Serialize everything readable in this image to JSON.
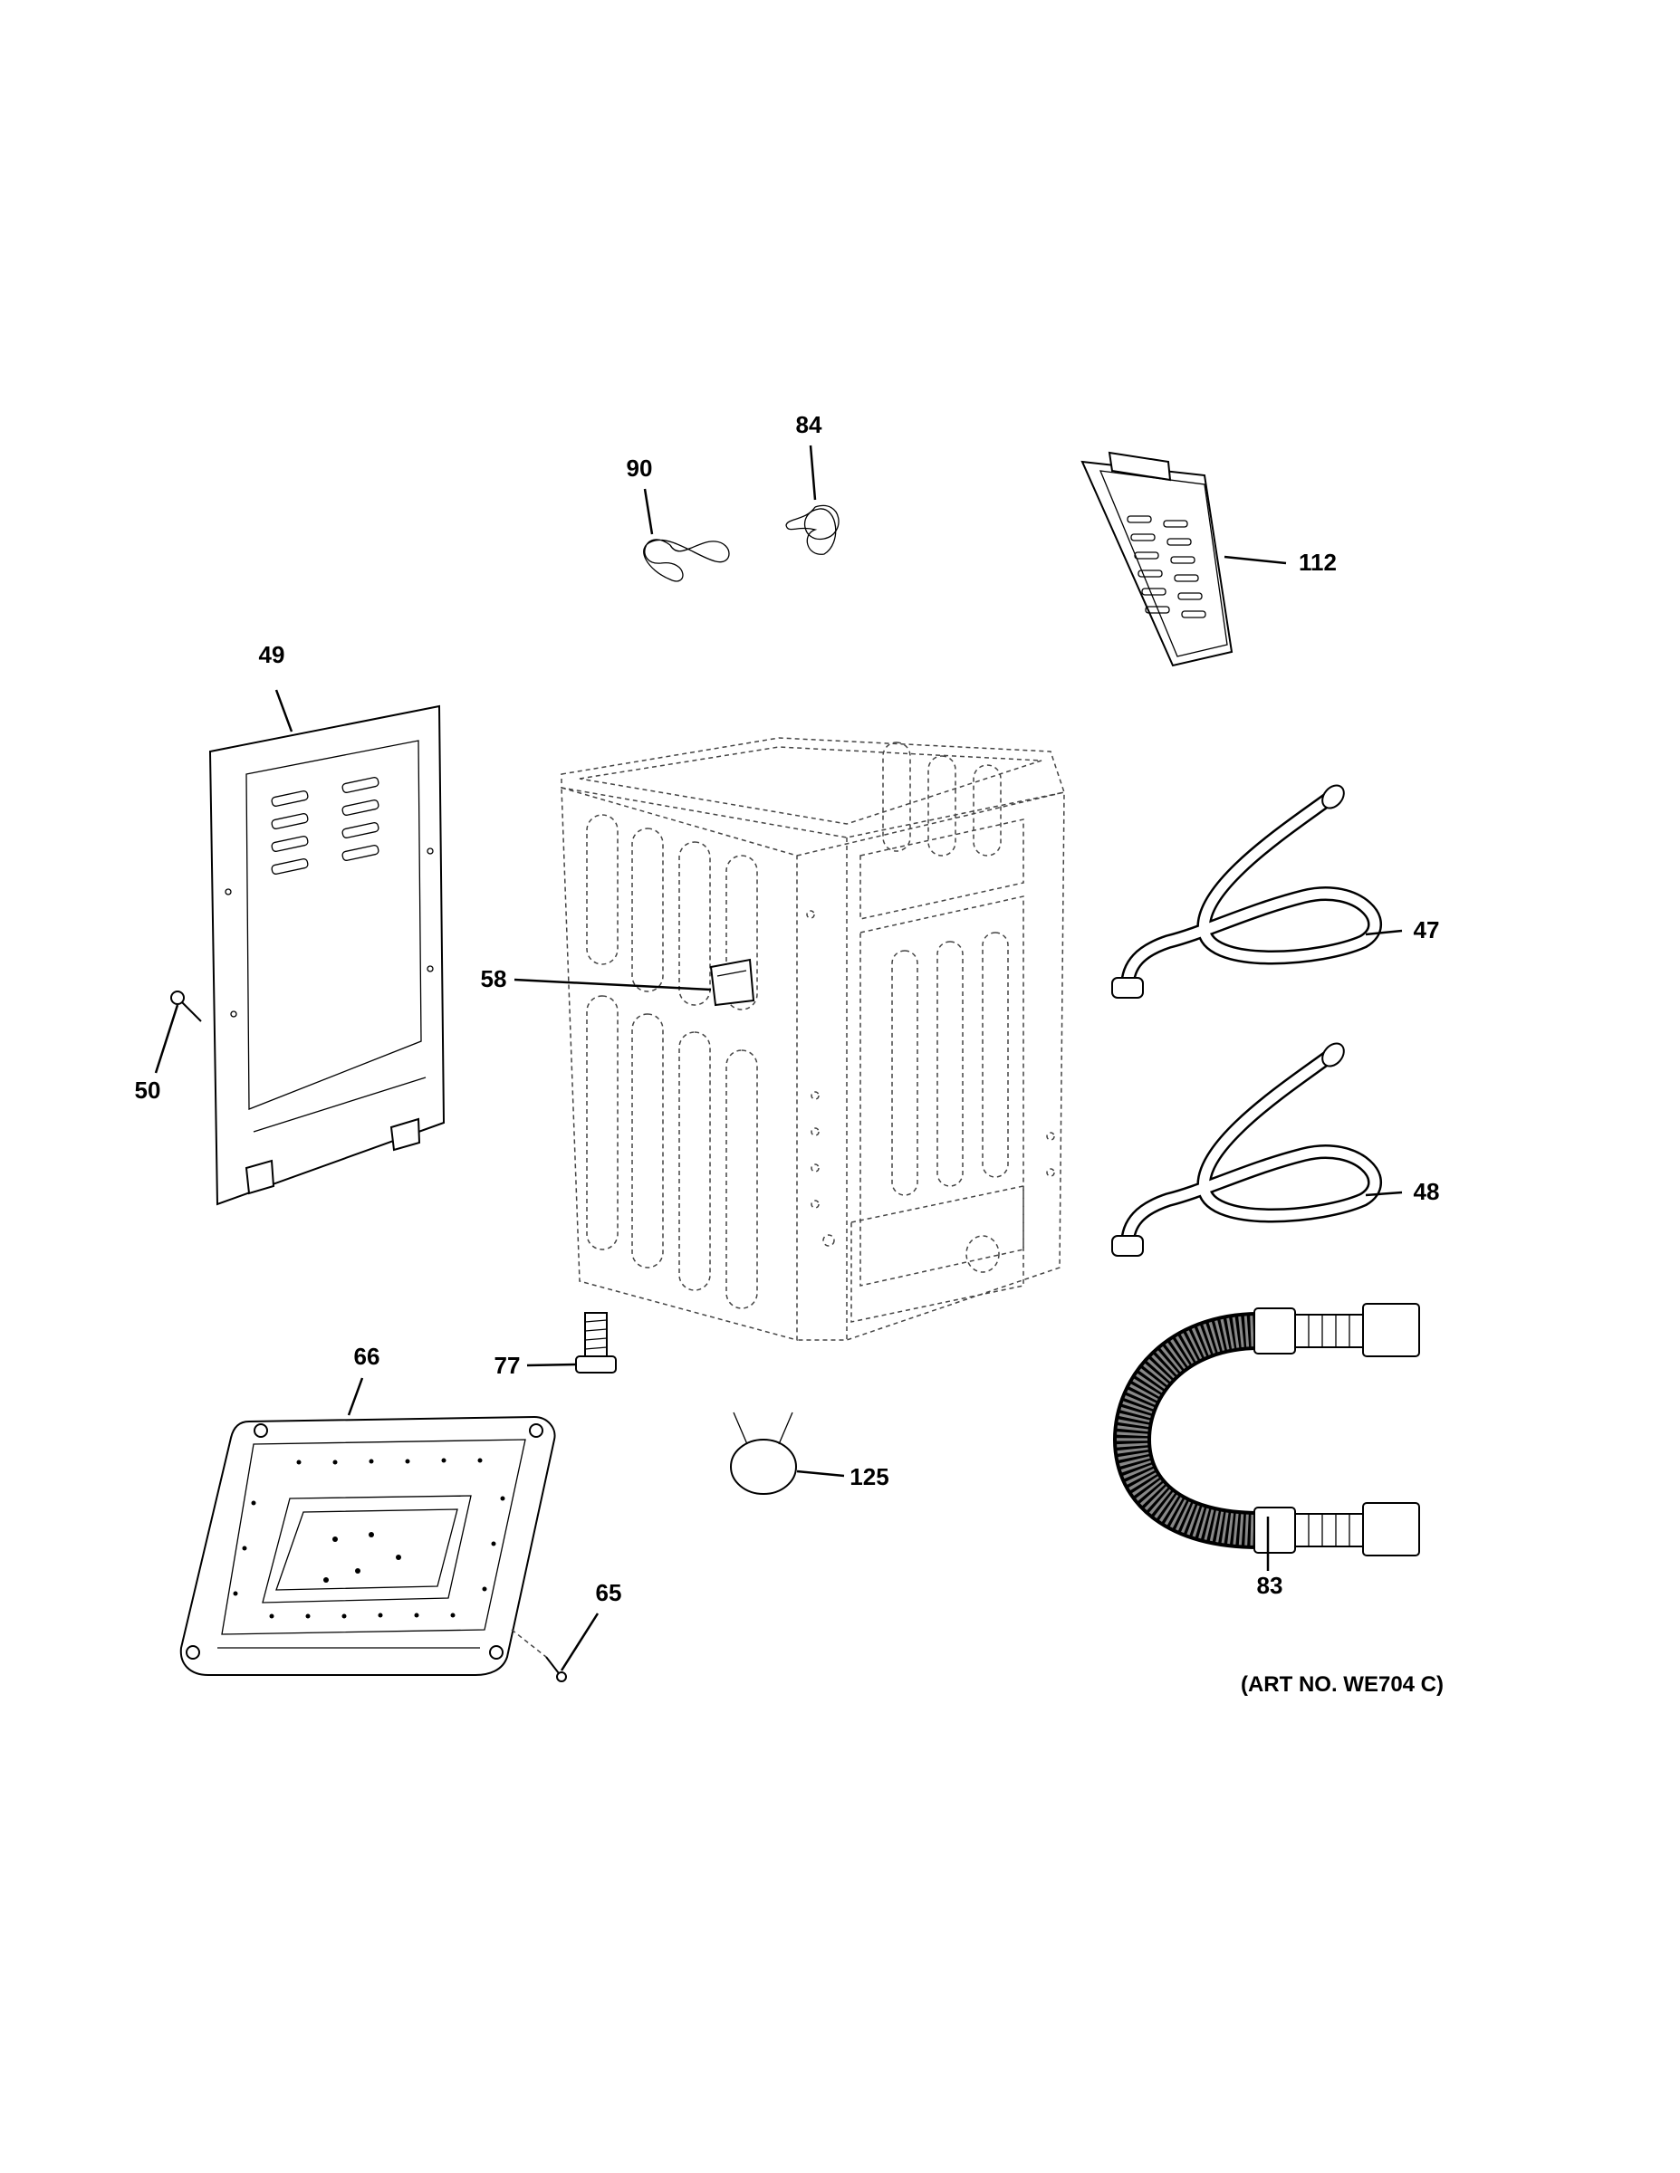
{
  "diagram": {
    "art_number": "(ART NO. WE704 C)",
    "parts": [
      {
        "id": "p47",
        "label": "47"
      },
      {
        "id": "p48",
        "label": "48"
      },
      {
        "id": "p49",
        "label": "49"
      },
      {
        "id": "p50",
        "label": "50"
      },
      {
        "id": "p58",
        "label": "58"
      },
      {
        "id": "p65",
        "label": "65"
      },
      {
        "id": "p66",
        "label": "66"
      },
      {
        "id": "p77",
        "label": "77"
      },
      {
        "id": "p83",
        "label": "83"
      },
      {
        "id": "p84",
        "label": "84"
      },
      {
        "id": "p90",
        "label": "90"
      },
      {
        "id": "p112",
        "label": "112"
      },
      {
        "id": "p125",
        "label": "125"
      }
    ]
  }
}
